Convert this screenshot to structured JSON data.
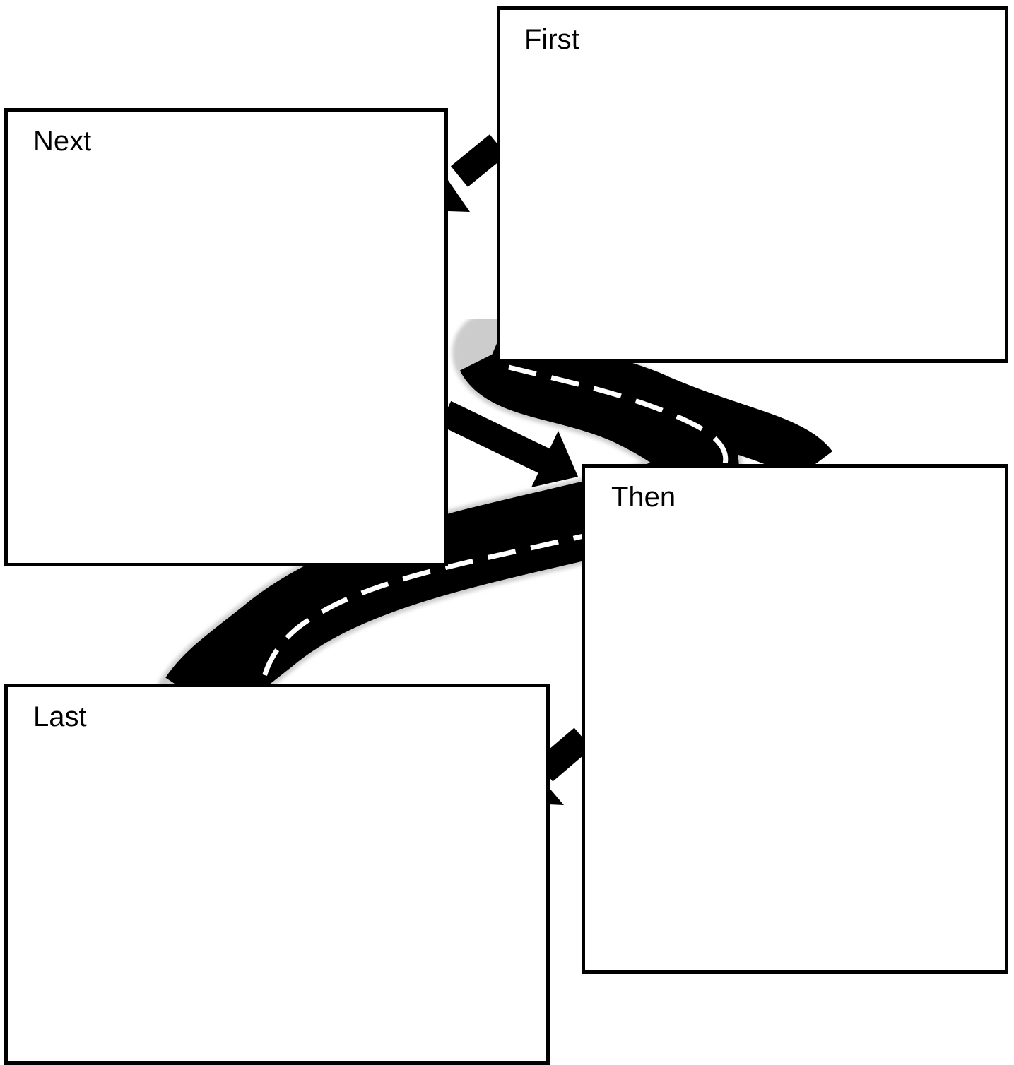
{
  "boxes": {
    "first": {
      "label": "First"
    },
    "next": {
      "label": "Next"
    },
    "then": {
      "label": "Then"
    },
    "last": {
      "label": "Last"
    }
  },
  "colors": {
    "road": "#000000",
    "lane_marking": "#ffffff",
    "arrow": "#000000",
    "border": "#000000",
    "background": "#ffffff"
  }
}
